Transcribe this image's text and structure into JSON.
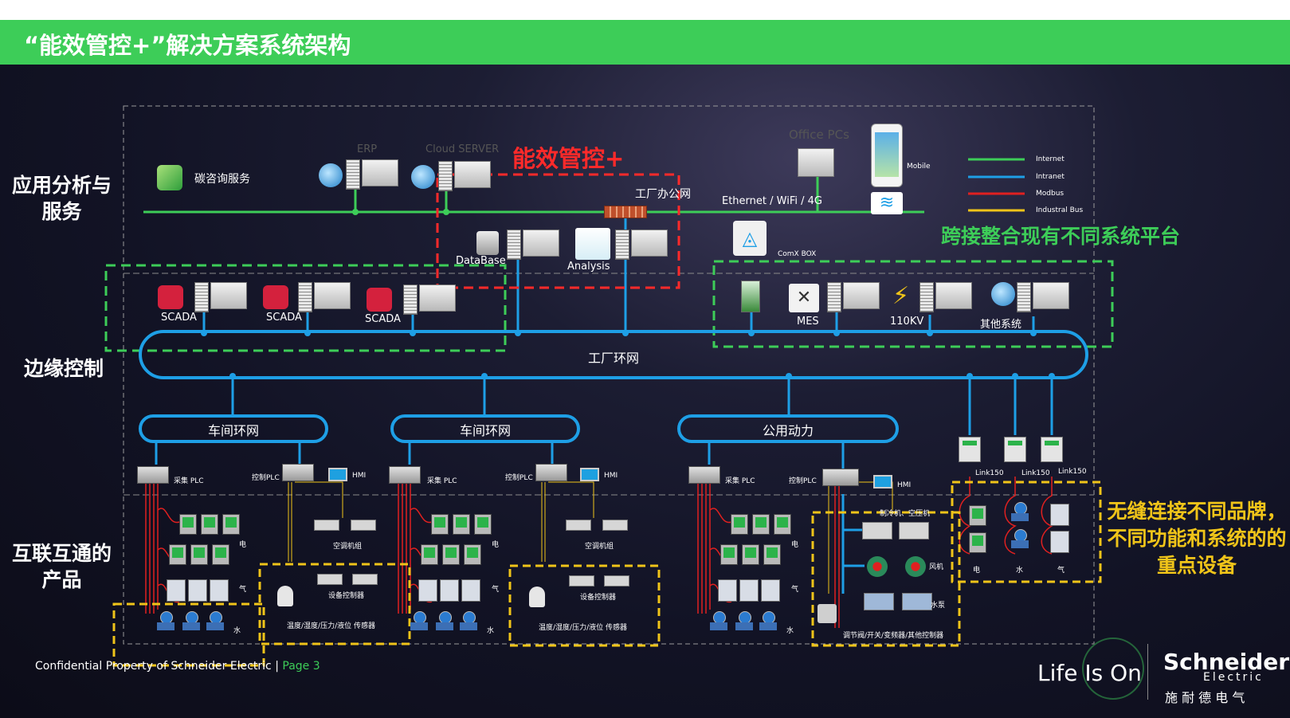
{
  "title": "“能效管控+”解决方案系统架构",
  "sections": {
    "top": "应用分析与服务",
    "middle": "边缘控制",
    "bottom": "互联互通的产品"
  },
  "top_layer": {
    "carbon_service": "碳咨询服务",
    "erp": "ERP",
    "cloud": "Cloud SERVER",
    "energy_title": "能效管控+",
    "office_net": "工厂办公网",
    "office_pcs": "Office PCs",
    "mobile": "Mobile",
    "ethernet": "Ethernet / WiFi / 4G",
    "comx": "ComX BOX",
    "database": "DataBase",
    "analysis": "Analysis"
  },
  "legend": [
    {
      "label": "Internet",
      "color": "#3dcd58"
    },
    {
      "label": "Intranet",
      "color": "#1e9fe6"
    },
    {
      "label": "Modbus",
      "color": "#e02020"
    },
    {
      "label": "Industral Bus",
      "color": "#f0c419"
    }
  ],
  "callouts": {
    "platforms": "跨接整合现有不同系统平台",
    "devices": "无缝连接不同品牌，不同功能和系统的的重点设备"
  },
  "edge": {
    "scada": [
      "SCADA",
      "SCADA",
      "SCADA"
    ],
    "mes": "MES",
    "kv": "110KV",
    "other": "其他系统",
    "factory_ring": "工厂环网",
    "workshop1": "车间环网",
    "workshop2": "车间环网",
    "utility": "公用动力"
  },
  "devices": {
    "collect_plc": "采集 PLC",
    "control_plc": "控制PLC",
    "hmi": "HMI",
    "electric": "电",
    "water": "水",
    "steam": "气",
    "ac": "空调机组",
    "ctrl": "设备控制器",
    "sensor": "温度/湿度/压力/液位 传感器",
    "chiller": "制冷机、空压机",
    "fan": "风机",
    "pump": "水泵",
    "valves": "调节阀/开关/变频器/其他控制器",
    "link150": "Link150"
  },
  "footer": {
    "confidential": "Confidential Property of Schneider Electric |",
    "page": "Page 3",
    "lifeison": "Life Is On",
    "brand": "Schneider",
    "brand_sub": "Electric",
    "brand_cn": "施 耐 德 电 气"
  },
  "colors": {
    "accent_green": "#3dcd58",
    "intranet_blue": "#1e9fe6",
    "modbus_red": "#e02020",
    "bus_yellow": "#f0c419",
    "highlight_red": "#ff2a2a"
  }
}
